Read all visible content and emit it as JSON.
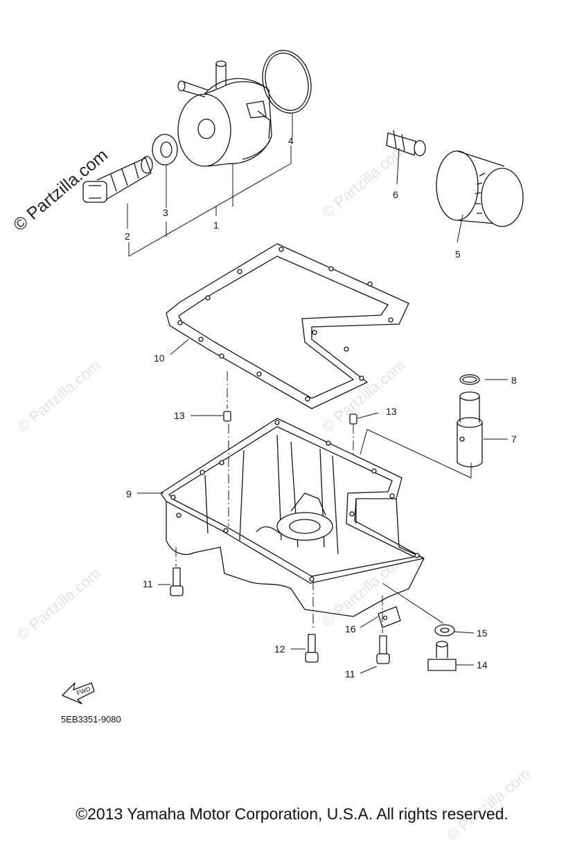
{
  "watermark": {
    "main_text": "© Partzilla.com",
    "faded_text": "© Partzilla.com"
  },
  "callouts": [
    {
      "id": "c1",
      "label": "1"
    },
    {
      "id": "c2",
      "label": "2"
    },
    {
      "id": "c3",
      "label": "3"
    },
    {
      "id": "c4",
      "label": "4"
    },
    {
      "id": "c5",
      "label": "5"
    },
    {
      "id": "c6",
      "label": "6"
    },
    {
      "id": "c7",
      "label": "7"
    },
    {
      "id": "c8",
      "label": "8"
    },
    {
      "id": "c9",
      "label": "9"
    },
    {
      "id": "c10",
      "label": "10"
    },
    {
      "id": "c11a",
      "label": "11"
    },
    {
      "id": "c11b",
      "label": "11"
    },
    {
      "id": "c12",
      "label": "12"
    },
    {
      "id": "c13a",
      "label": "13"
    },
    {
      "id": "c13b",
      "label": "13"
    },
    {
      "id": "c14",
      "label": "14"
    },
    {
      "id": "c15",
      "label": "15"
    },
    {
      "id": "c16",
      "label": "16"
    }
  ],
  "fwd_label": "FWD",
  "diagram_code": "5EB3351-9080",
  "copyright": "©2013 Yamaha Motor Corporation, U.S.A. All rights reserved."
}
